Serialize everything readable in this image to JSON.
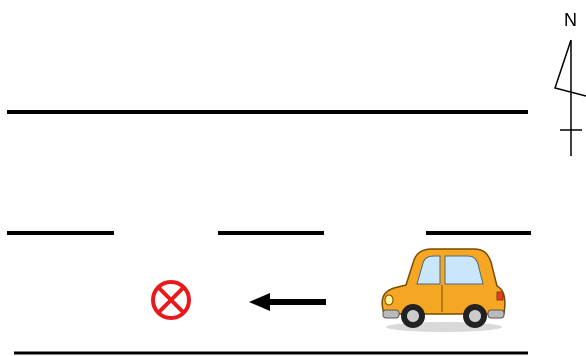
{
  "compass": {
    "label": "N",
    "icon": "north-arrow-icon"
  },
  "road": {
    "lane_divider": "dashed",
    "color": "#000000"
  },
  "car": {
    "icon": "car-icon",
    "body_color": "#F5A623",
    "heading": "west"
  },
  "motion_arrow": {
    "icon": "left-arrow-icon",
    "direction": "left"
  },
  "no_stopping_sign": {
    "icon": "no-stopping-sign-icon",
    "color": "#E8191A"
  }
}
